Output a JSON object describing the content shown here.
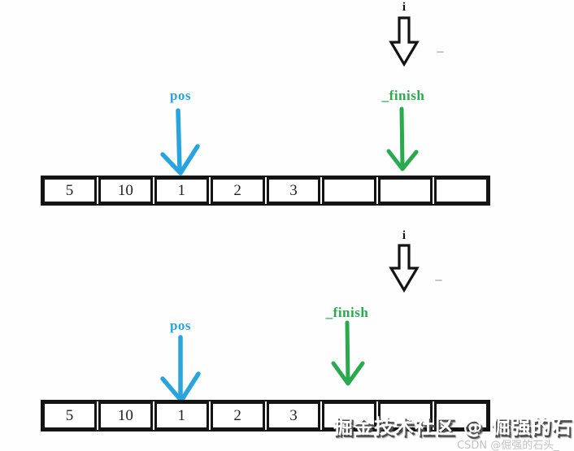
{
  "colors": {
    "pos": "#29a4dd",
    "finish": "#2ba94f",
    "ink": "#141414",
    "watermark_text": "#ffffff",
    "watermark_shadow": "#4e4e4e",
    "watermark_sub": "#c2c2c2"
  },
  "step1": {
    "i_label": "i",
    "pos_label": "pos",
    "finish_label": "_finish",
    "cells": [
      "5",
      "10",
      "1",
      "2",
      "3",
      "",
      "",
      ""
    ]
  },
  "step2": {
    "i_label": "i",
    "pos_label": "pos",
    "finish_label": "_finish",
    "cells": [
      "5",
      "10",
      "1",
      "2",
      "3",
      "",
      "",
      ""
    ]
  },
  "watermark": {
    "main": "掘金技术社区 @ 倔强的石头",
    "sub": "CSDN @倔强的石头_"
  }
}
